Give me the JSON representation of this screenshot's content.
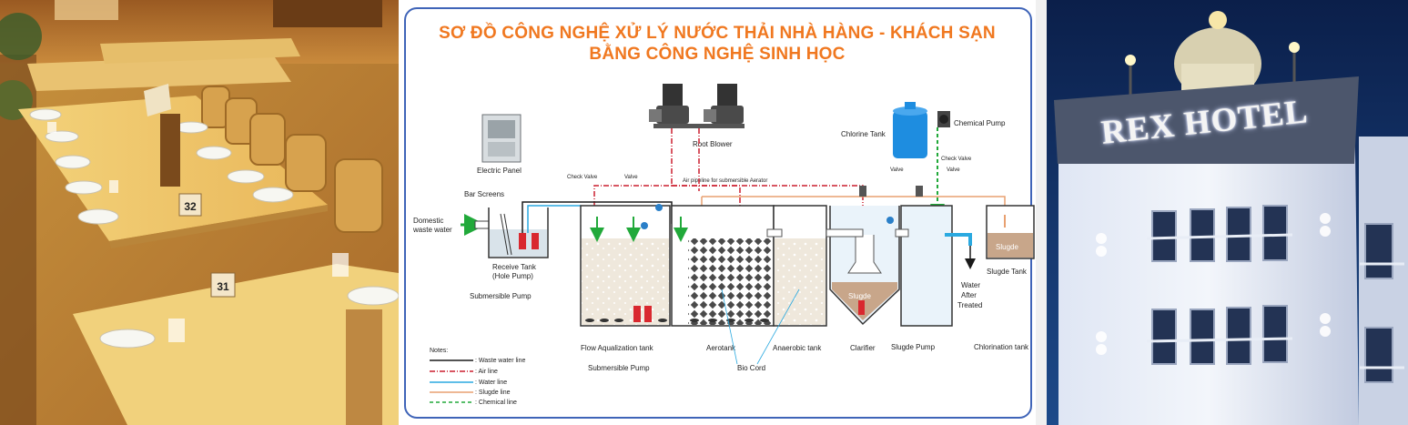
{
  "diagram": {
    "title_line1": "SƠ ĐỒ CÔNG NGHỆ XỬ LÝ NƯỚC THẢI NHÀ HÀNG - KHÁCH SẠN",
    "title_line2": "BẰNG CÔNG NGHỆ SINH HỌC",
    "labels": {
      "root_blower": "Root Blower",
      "electric_panel": "Electric Panel",
      "chlorine_tank": "Chlorine Tank",
      "chemical_pump": "Chemical Pump",
      "check_valve_left": "Check Valve",
      "valve_left": "Valve",
      "air_pipeline": "Air pipeline for submersible Aerator",
      "check_valve_right": "Check Valve",
      "valve_right_a": "Valve",
      "valve_right_b": "Valve",
      "bar_screens": "Bar Screens",
      "domestic_line1": "Domestic",
      "domestic_line2": "waste water",
      "receive_tank_line1": "Receive Tank",
      "receive_tank_line2": "(Hole Pump)",
      "submersible_pump_1": "Submersible Pump",
      "sludge_tank": "Slugde Tank",
      "sludge_in_tank": "Slugde",
      "sludge_in_clarifier": "Slugde",
      "water_line1": "Water",
      "water_line2": "After",
      "water_line3": "Treated",
      "flow_tank": "Flow Aqualization tank",
      "aerotank": "Aerotank",
      "anaerobic_tank": "Anaerobic tank",
      "clarifier": "Clarifier",
      "sludge_pump": "Slugde Pump",
      "chlorination_tank": "Chlorination tank",
      "submersible_pump_2": "Submersible Pump",
      "bio_cord": "Bio Cord"
    },
    "legend": {
      "title": "Notes:",
      "items": [
        {
          "label": ": Waste water line",
          "color": "#1a1a1a",
          "style": "solid"
        },
        {
          "label": ": Air line",
          "color": "#cc1f2f",
          "style": "dashdot"
        },
        {
          "label": ": Water line",
          "color": "#2aa9e0",
          "style": "solid"
        },
        {
          "label": ": Slugde line",
          "color": "#e8a070",
          "style": "solid"
        },
        {
          "label": ": Chemical line",
          "color": "#21a93a",
          "style": "dashed"
        }
      ]
    }
  },
  "restaurant_photo": {
    "table_numbers": [
      "32",
      "31"
    ]
  },
  "hotel_photo": {
    "sign_text": "REX HOTEL"
  },
  "colors": {
    "title": "#f07820",
    "frame": "#3f64b8",
    "air_line": "#cc1f2f",
    "water_line": "#2aa9e0",
    "sludge_line": "#e8a070",
    "chemical_line": "#21a93a"
  }
}
